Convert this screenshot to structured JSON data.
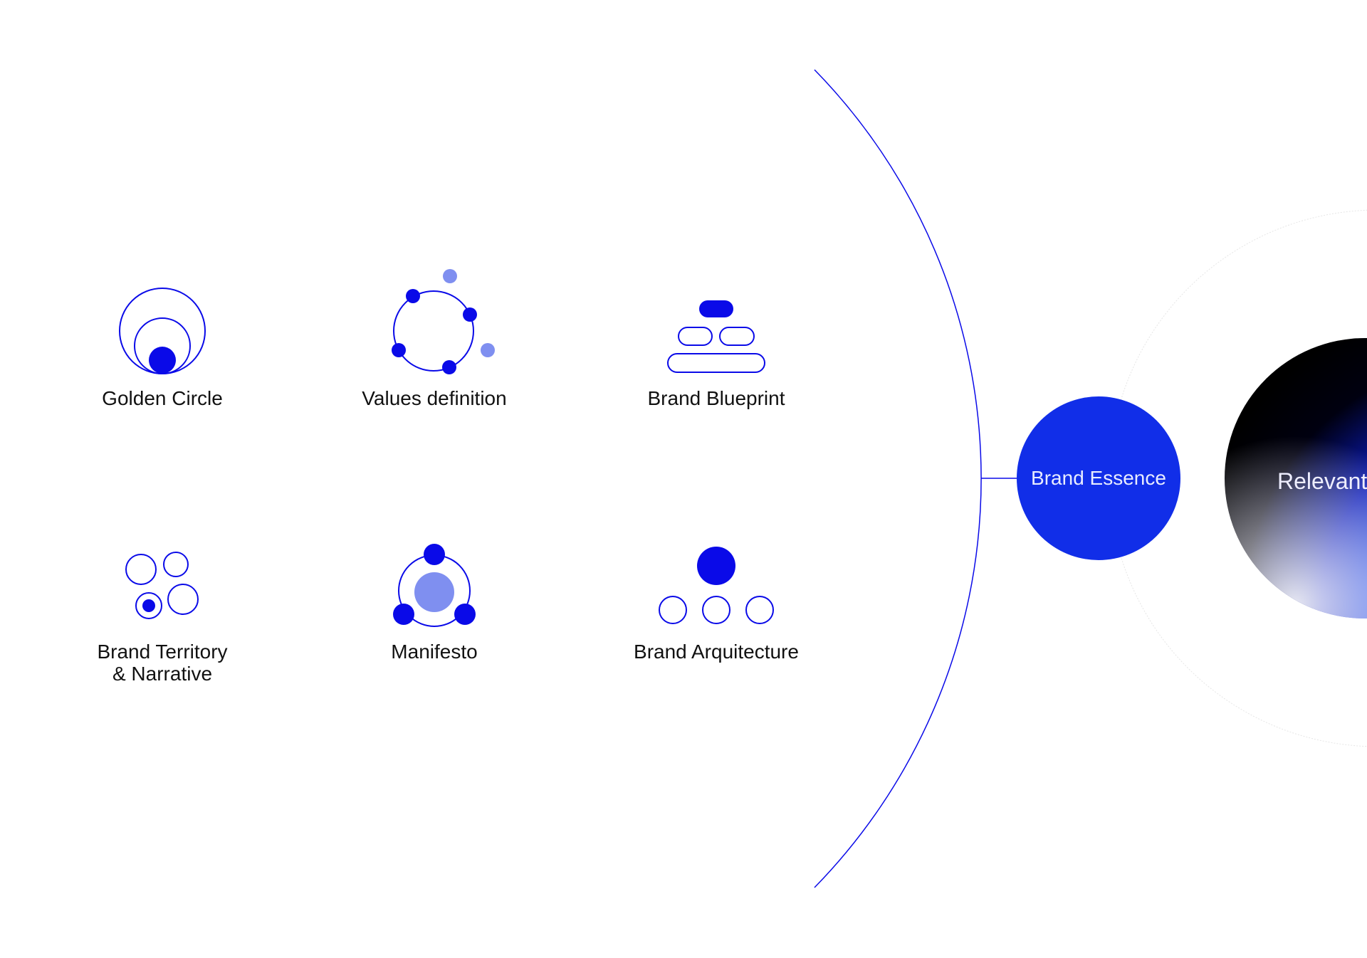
{
  "methods": [
    {
      "label": "Golden Circle",
      "icon": "golden-circle-icon"
    },
    {
      "label": "Values definition",
      "icon": "values-definition-icon"
    },
    {
      "label": "Brand Blueprint",
      "icon": "brand-blueprint-icon"
    },
    {
      "label_line1": "Brand Territory",
      "label_line2": "& Narrative",
      "icon": "brand-territory-icon"
    },
    {
      "label": "Manifesto",
      "icon": "manifesto-icon"
    },
    {
      "label": "Brand Arquitecture",
      "icon": "brand-arquitecture-icon"
    }
  ],
  "essence": {
    "label": "Brand Essence"
  },
  "outcome": {
    "label": "Relevant"
  },
  "colors": {
    "blue": "#0a0ae8",
    "light_blue": "#7f8ff0",
    "essence": "#112ee8"
  }
}
